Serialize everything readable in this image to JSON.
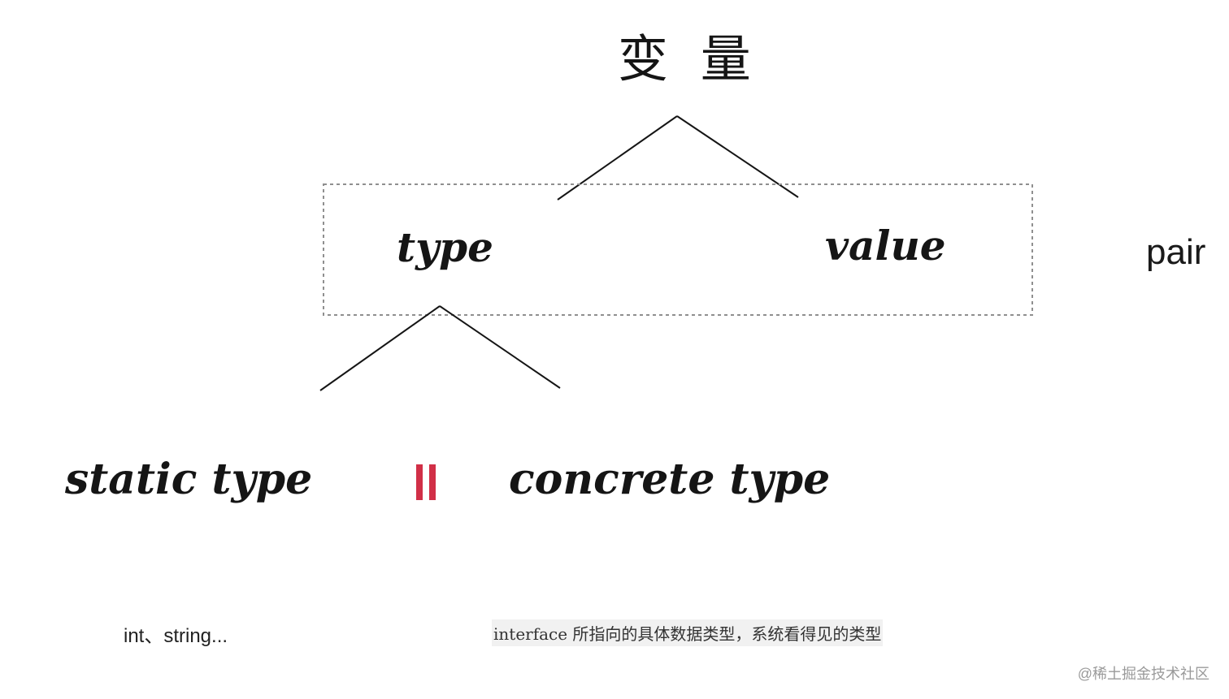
{
  "diagram": {
    "title": "变 量",
    "pair_group": {
      "left": "type",
      "right": "value",
      "side_label": "pair"
    },
    "type_children": {
      "left": "static type",
      "right": "concrete type"
    },
    "notes": {
      "static_examples": "int、string...",
      "concrete_description": "interface 所指向的具体数据类型，系统看得见的类型"
    },
    "equality_marker": "II",
    "watermark": "@稀土掘金技术社区",
    "colors": {
      "accent": "#d12f47",
      "line": "#151515",
      "dashed_box": "#8f8f8f"
    }
  }
}
